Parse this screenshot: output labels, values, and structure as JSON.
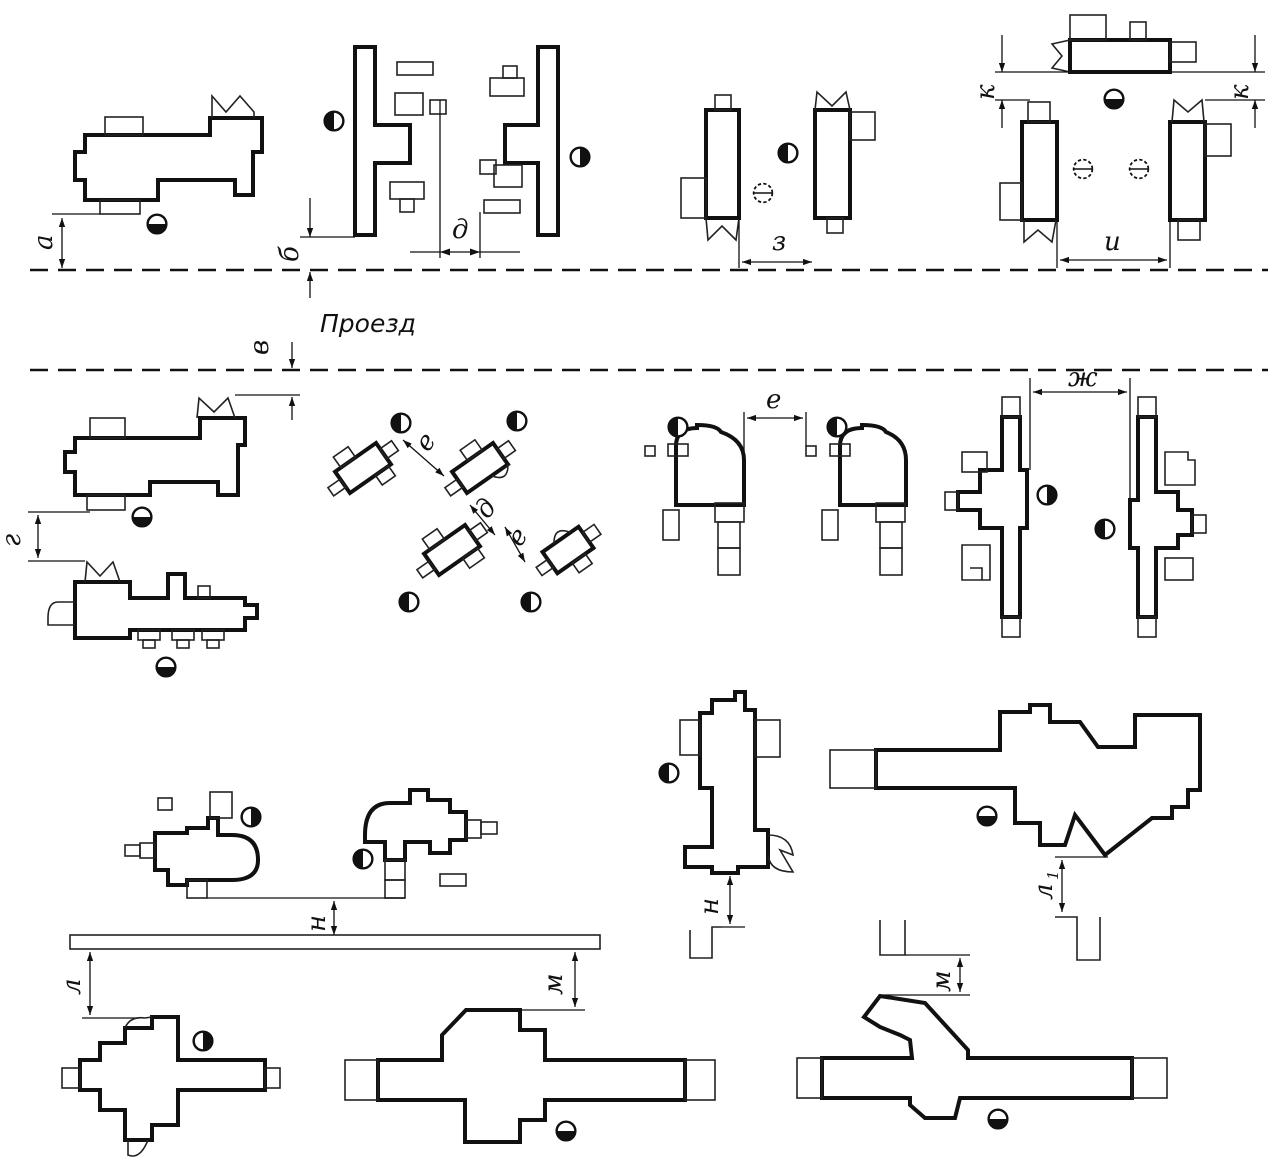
{
  "road_label": "Проезд",
  "dimensions": {
    "a": "а",
    "b": "б",
    "v": "в",
    "g": "г",
    "d": "д",
    "e": "е",
    "zh": "ж",
    "z": "з",
    "i": "и",
    "k": "к",
    "l": "л",
    "l1": "л",
    "l1_sub": "1",
    "m": "м",
    "n": "н"
  },
  "colors": {
    "ink": "#111111",
    "paper": "#ffffff"
  }
}
